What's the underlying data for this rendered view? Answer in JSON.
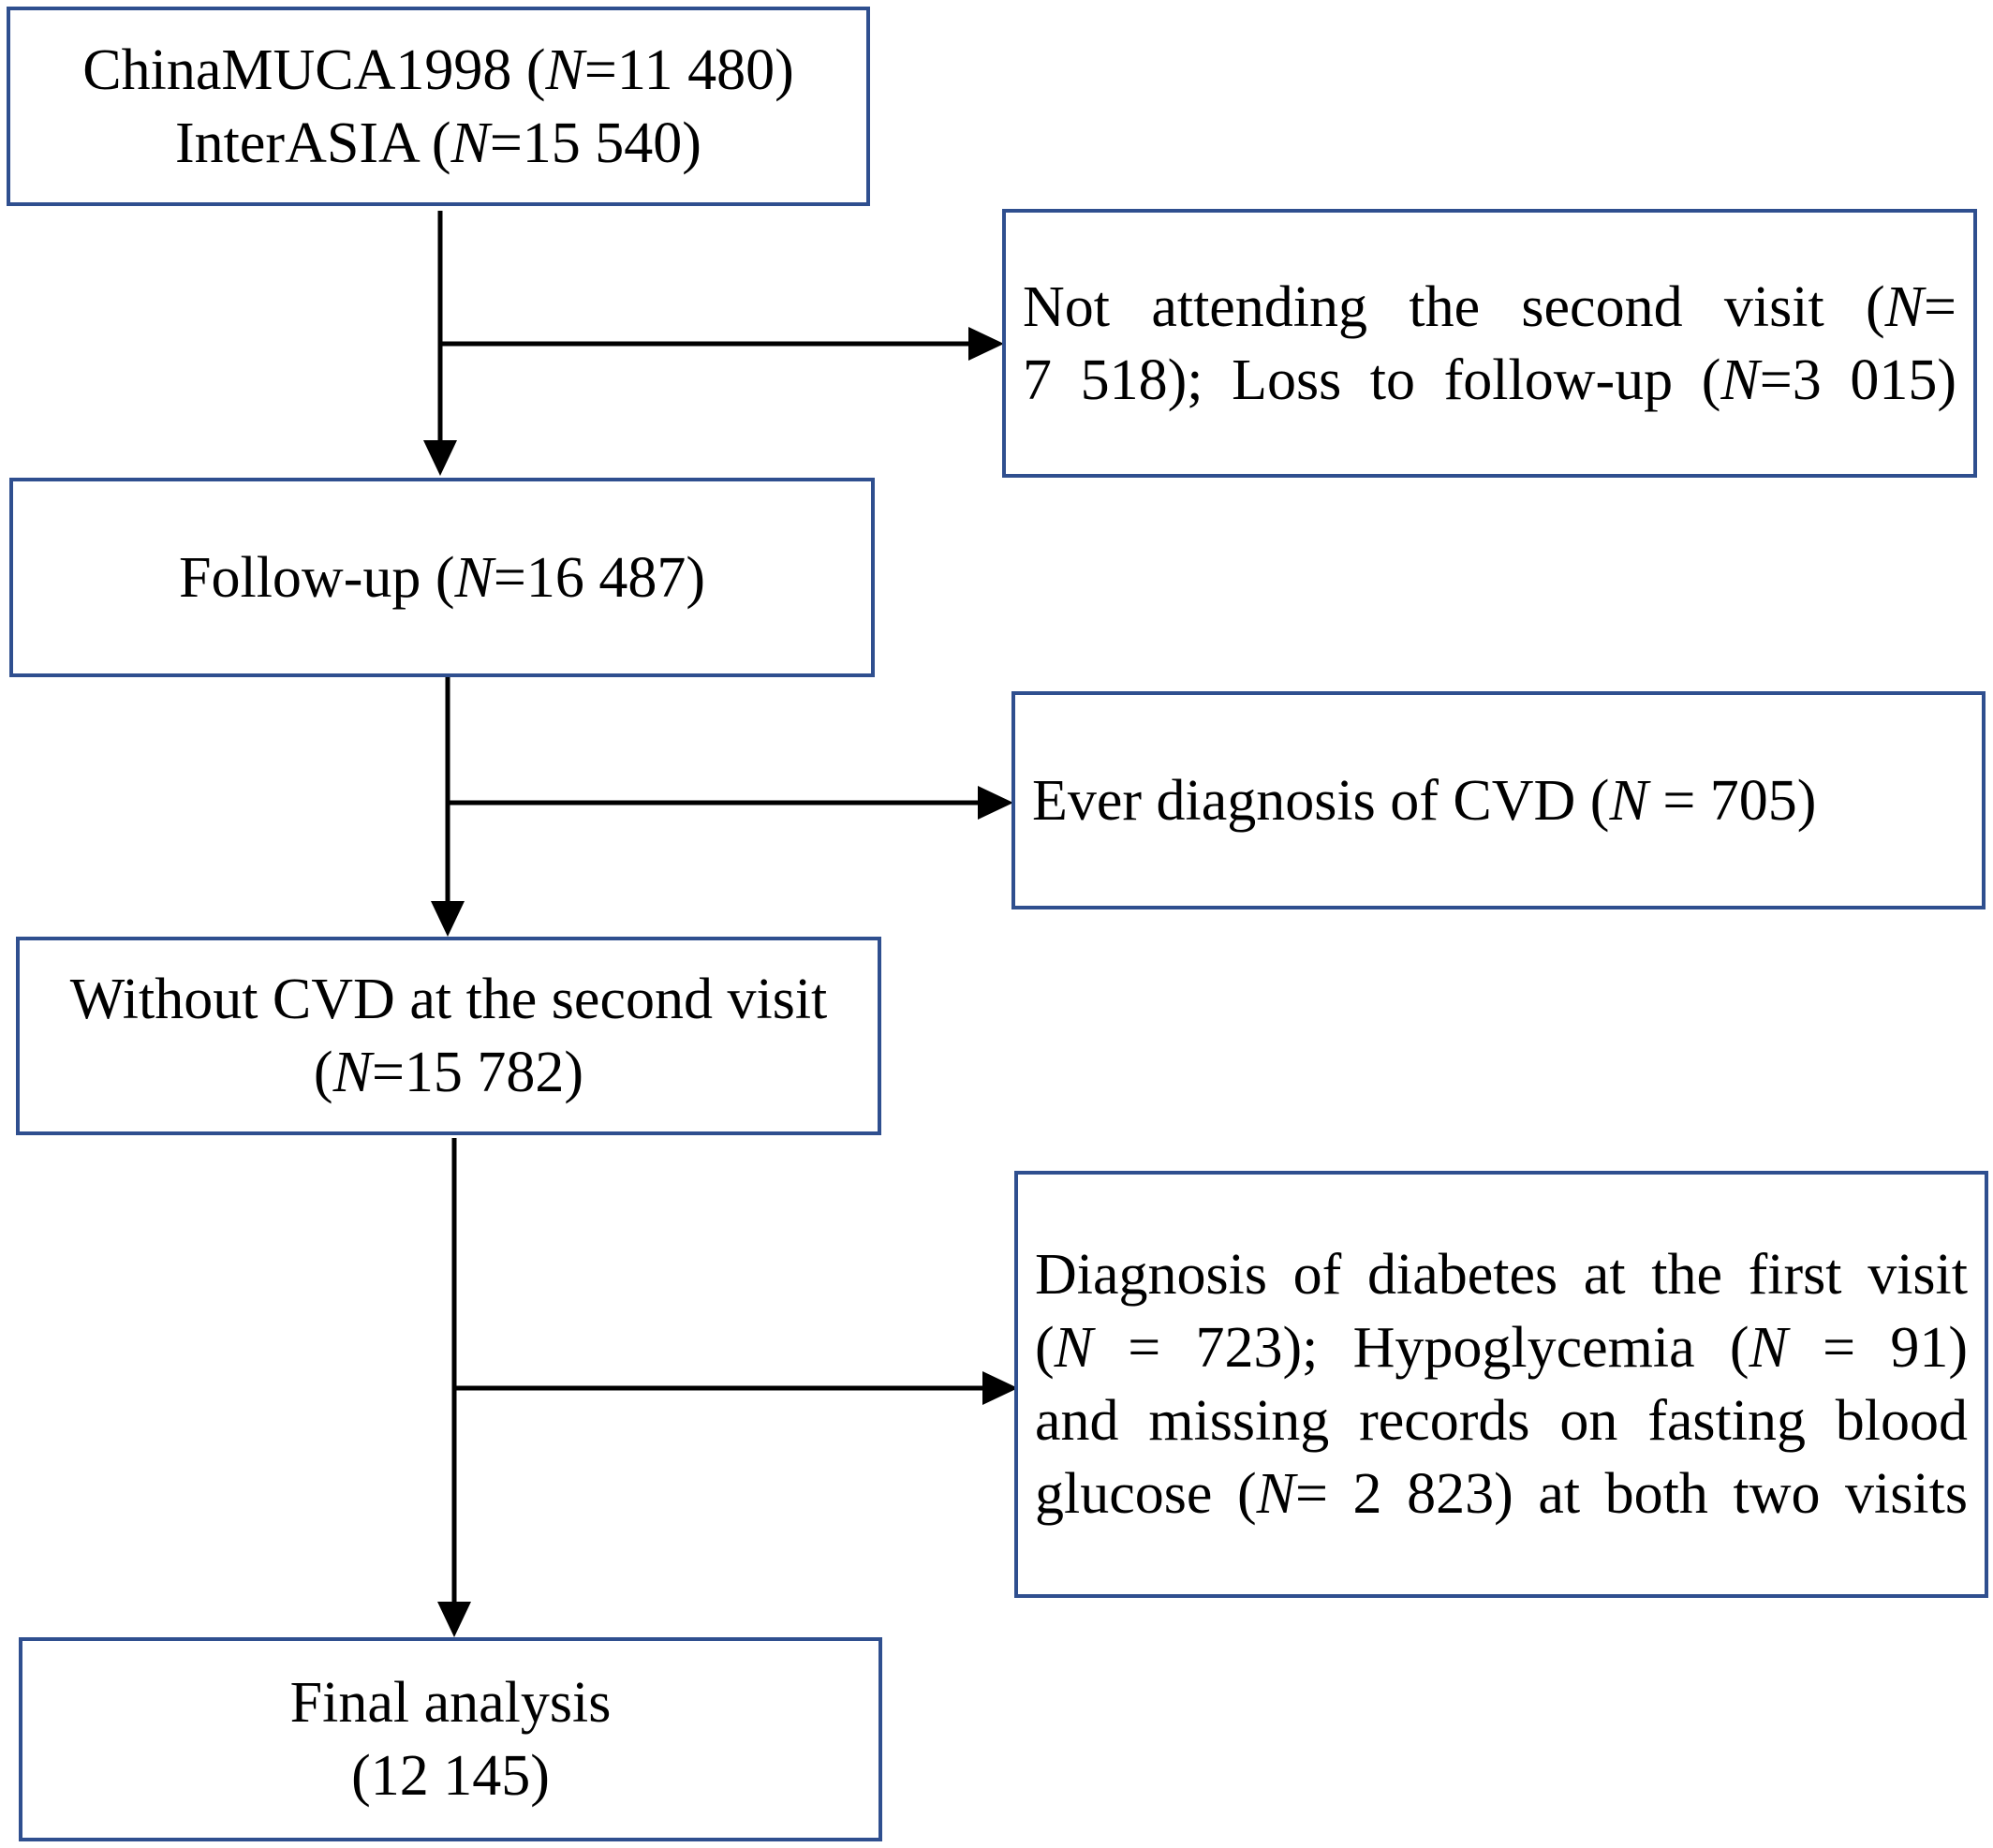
{
  "colors": {
    "box_border": "#2f4f8f",
    "arrow": "#000000",
    "background": "#ffffff"
  },
  "boxes": {
    "source": {
      "line1": {
        "prefix": "ChinaMUCA1998 (",
        "var": "N",
        "value": "=11 480)"
      },
      "line2": {
        "prefix": "InterASIA (",
        "var": "N",
        "value": "=15 540)"
      }
    },
    "exclusion1": {
      "line1": {
        "prefix": "Not attending the second visit (",
        "var": "N",
        "value": "="
      },
      "line2": {
        "prefix": "7 518); Loss to follow-up (",
        "var": "N",
        "value": "=3 015)"
      }
    },
    "followup": {
      "line1": {
        "prefix": "Follow-up (",
        "var": "N",
        "value": "=16 487)"
      }
    },
    "exclusion2": {
      "line1": {
        "prefix": "Ever diagnosis of CVD (",
        "var": "N",
        "value": " = 705)"
      }
    },
    "without_cvd": {
      "line1": {
        "text": "Without CVD at the second visit"
      },
      "line2": {
        "prefix": "(",
        "var": "N",
        "value": "=15 782)"
      }
    },
    "exclusion3": {
      "line1": {
        "text": "Diagnosis of diabetes at the first visit"
      },
      "line2": {
        "prefix": "(",
        "var": "N",
        "value": " = 723);",
        "middle": "Hypoglycemia (",
        "var2": "N",
        "value2": " = 91)"
      },
      "line3": {
        "text": "and missing records on fasting blood"
      },
      "line4": {
        "prefix": "glucose (",
        "var": "N",
        "value": "= 2 823) at both two visits"
      }
    },
    "final": {
      "line1": {
        "text": "Final analysis"
      },
      "line2": {
        "text": "(12 145)"
      }
    }
  }
}
